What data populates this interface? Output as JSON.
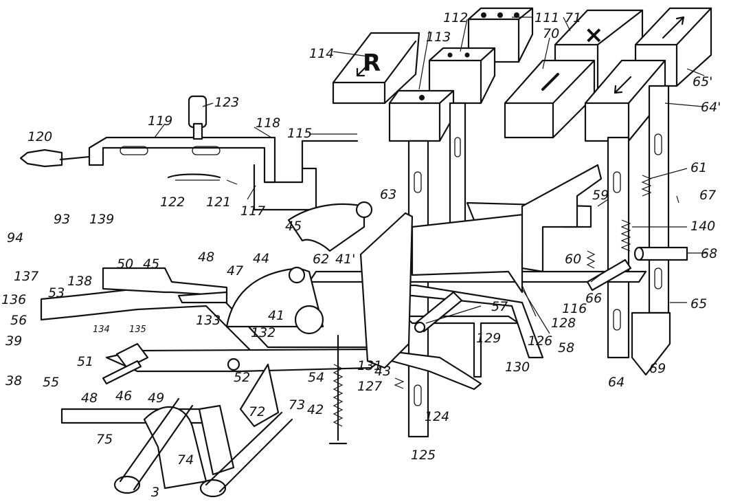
{
  "keys": {
    "key_114": "R",
    "key_71": "×",
    "key_70": "−"
  },
  "labels": [
    "114",
    "113",
    "112",
    "111",
    "71",
    "70",
    "65'",
    "64'",
    "123",
    "119",
    "118",
    "115",
    "120",
    "122",
    "121",
    "117",
    "61",
    "67",
    "59",
    "140",
    "63",
    "45",
    "93",
    "139",
    "94",
    "137",
    "138",
    "50",
    "45",
    "48",
    "47",
    "44",
    "62",
    "41'",
    "60",
    "68",
    "136",
    "53",
    "56",
    "134",
    "135",
    "133",
    "41",
    "66",
    "116",
    "128",
    "65",
    "57",
    "39",
    "38",
    "51",
    "55",
    "132",
    "129",
    "58",
    "126",
    "48",
    "46",
    "52",
    "54",
    "131",
    "43",
    "127",
    "130",
    "42",
    "124",
    "64",
    "69",
    "49",
    "75",
    "72",
    "73",
    "74",
    "3",
    "125"
  ]
}
